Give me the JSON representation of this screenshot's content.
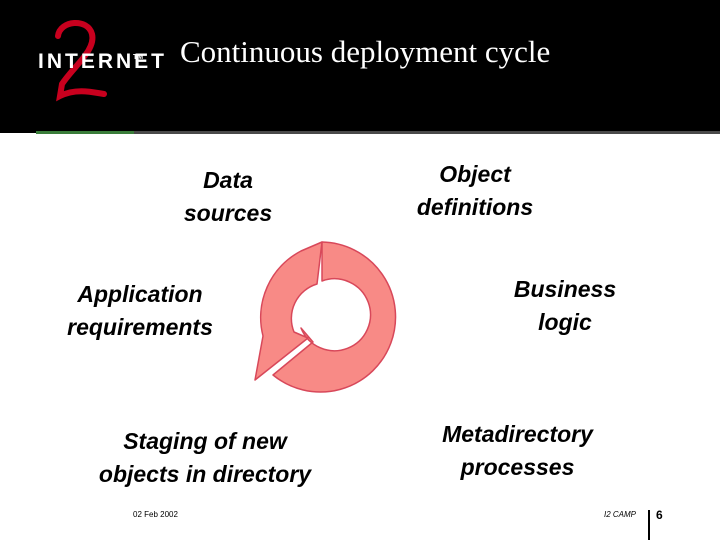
{
  "header": {
    "logo_text": "INTERNET",
    "logo_tm": "TM",
    "logo_numeral": "2",
    "title": "Continuous deployment cycle"
  },
  "labels": {
    "data_sources": "Data\nsources",
    "object_definitions": "Object\ndefinitions",
    "application_requirements": "Application\nrequirements",
    "business_logic": "Business\nlogic",
    "staging": "Staging of new\nobjects in directory",
    "metadirectory": "Metadirectory\nprocesses"
  },
  "footer": {
    "date": "02 Feb 2002",
    "event": "I2 CAMP",
    "page": "6"
  },
  "colors": {
    "header_bg": "#000000",
    "cycle_fill": "#f88a86",
    "cycle_stroke": "#d8485a",
    "logo_red": "#c8001e"
  }
}
